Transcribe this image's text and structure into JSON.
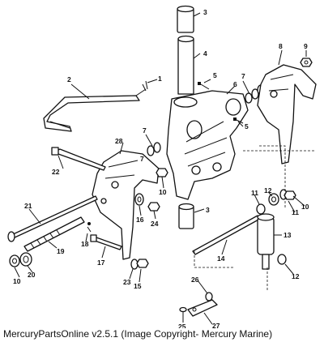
{
  "callouts": [
    {
      "id": "c1",
      "text": "1"
    },
    {
      "id": "c2",
      "text": "2"
    },
    {
      "id": "c3a",
      "text": "3"
    },
    {
      "id": "c3b",
      "text": "3"
    },
    {
      "id": "c4",
      "text": "4"
    },
    {
      "id": "c5a",
      "text": "5"
    },
    {
      "id": "c5b",
      "text": "5"
    },
    {
      "id": "c6",
      "text": "6"
    },
    {
      "id": "c7a",
      "text": "7"
    },
    {
      "id": "c7b",
      "text": "7"
    },
    {
      "id": "c7c",
      "text": "7"
    },
    {
      "id": "c8",
      "text": "8"
    },
    {
      "id": "c9",
      "text": "9"
    },
    {
      "id": "c10a",
      "text": "10"
    },
    {
      "id": "c10b",
      "text": "10"
    },
    {
      "id": "c10c",
      "text": "10"
    },
    {
      "id": "c11a",
      "text": "11"
    },
    {
      "id": "c11b",
      "text": "11"
    },
    {
      "id": "c12a",
      "text": "12"
    },
    {
      "id": "c12b",
      "text": "12"
    },
    {
      "id": "c13",
      "text": "13"
    },
    {
      "id": "c14",
      "text": "14"
    },
    {
      "id": "c15",
      "text": "15"
    },
    {
      "id": "c16",
      "text": "16"
    },
    {
      "id": "c17",
      "text": "17"
    },
    {
      "id": "c18",
      "text": "18"
    },
    {
      "id": "c19",
      "text": "19"
    },
    {
      "id": "c20",
      "text": "20"
    },
    {
      "id": "c21",
      "text": "21"
    },
    {
      "id": "c22",
      "text": "22"
    },
    {
      "id": "c23",
      "text": "23"
    },
    {
      "id": "c24",
      "text": "24"
    },
    {
      "id": "c25",
      "text": "25"
    },
    {
      "id": "c26",
      "text": "26"
    },
    {
      "id": "c27",
      "text": "27"
    },
    {
      "id": "c28",
      "text": "28"
    }
  ],
  "caption": "MercuryPartsOnline v2.5.1 (Image Copyright- Mercury Marine)"
}
